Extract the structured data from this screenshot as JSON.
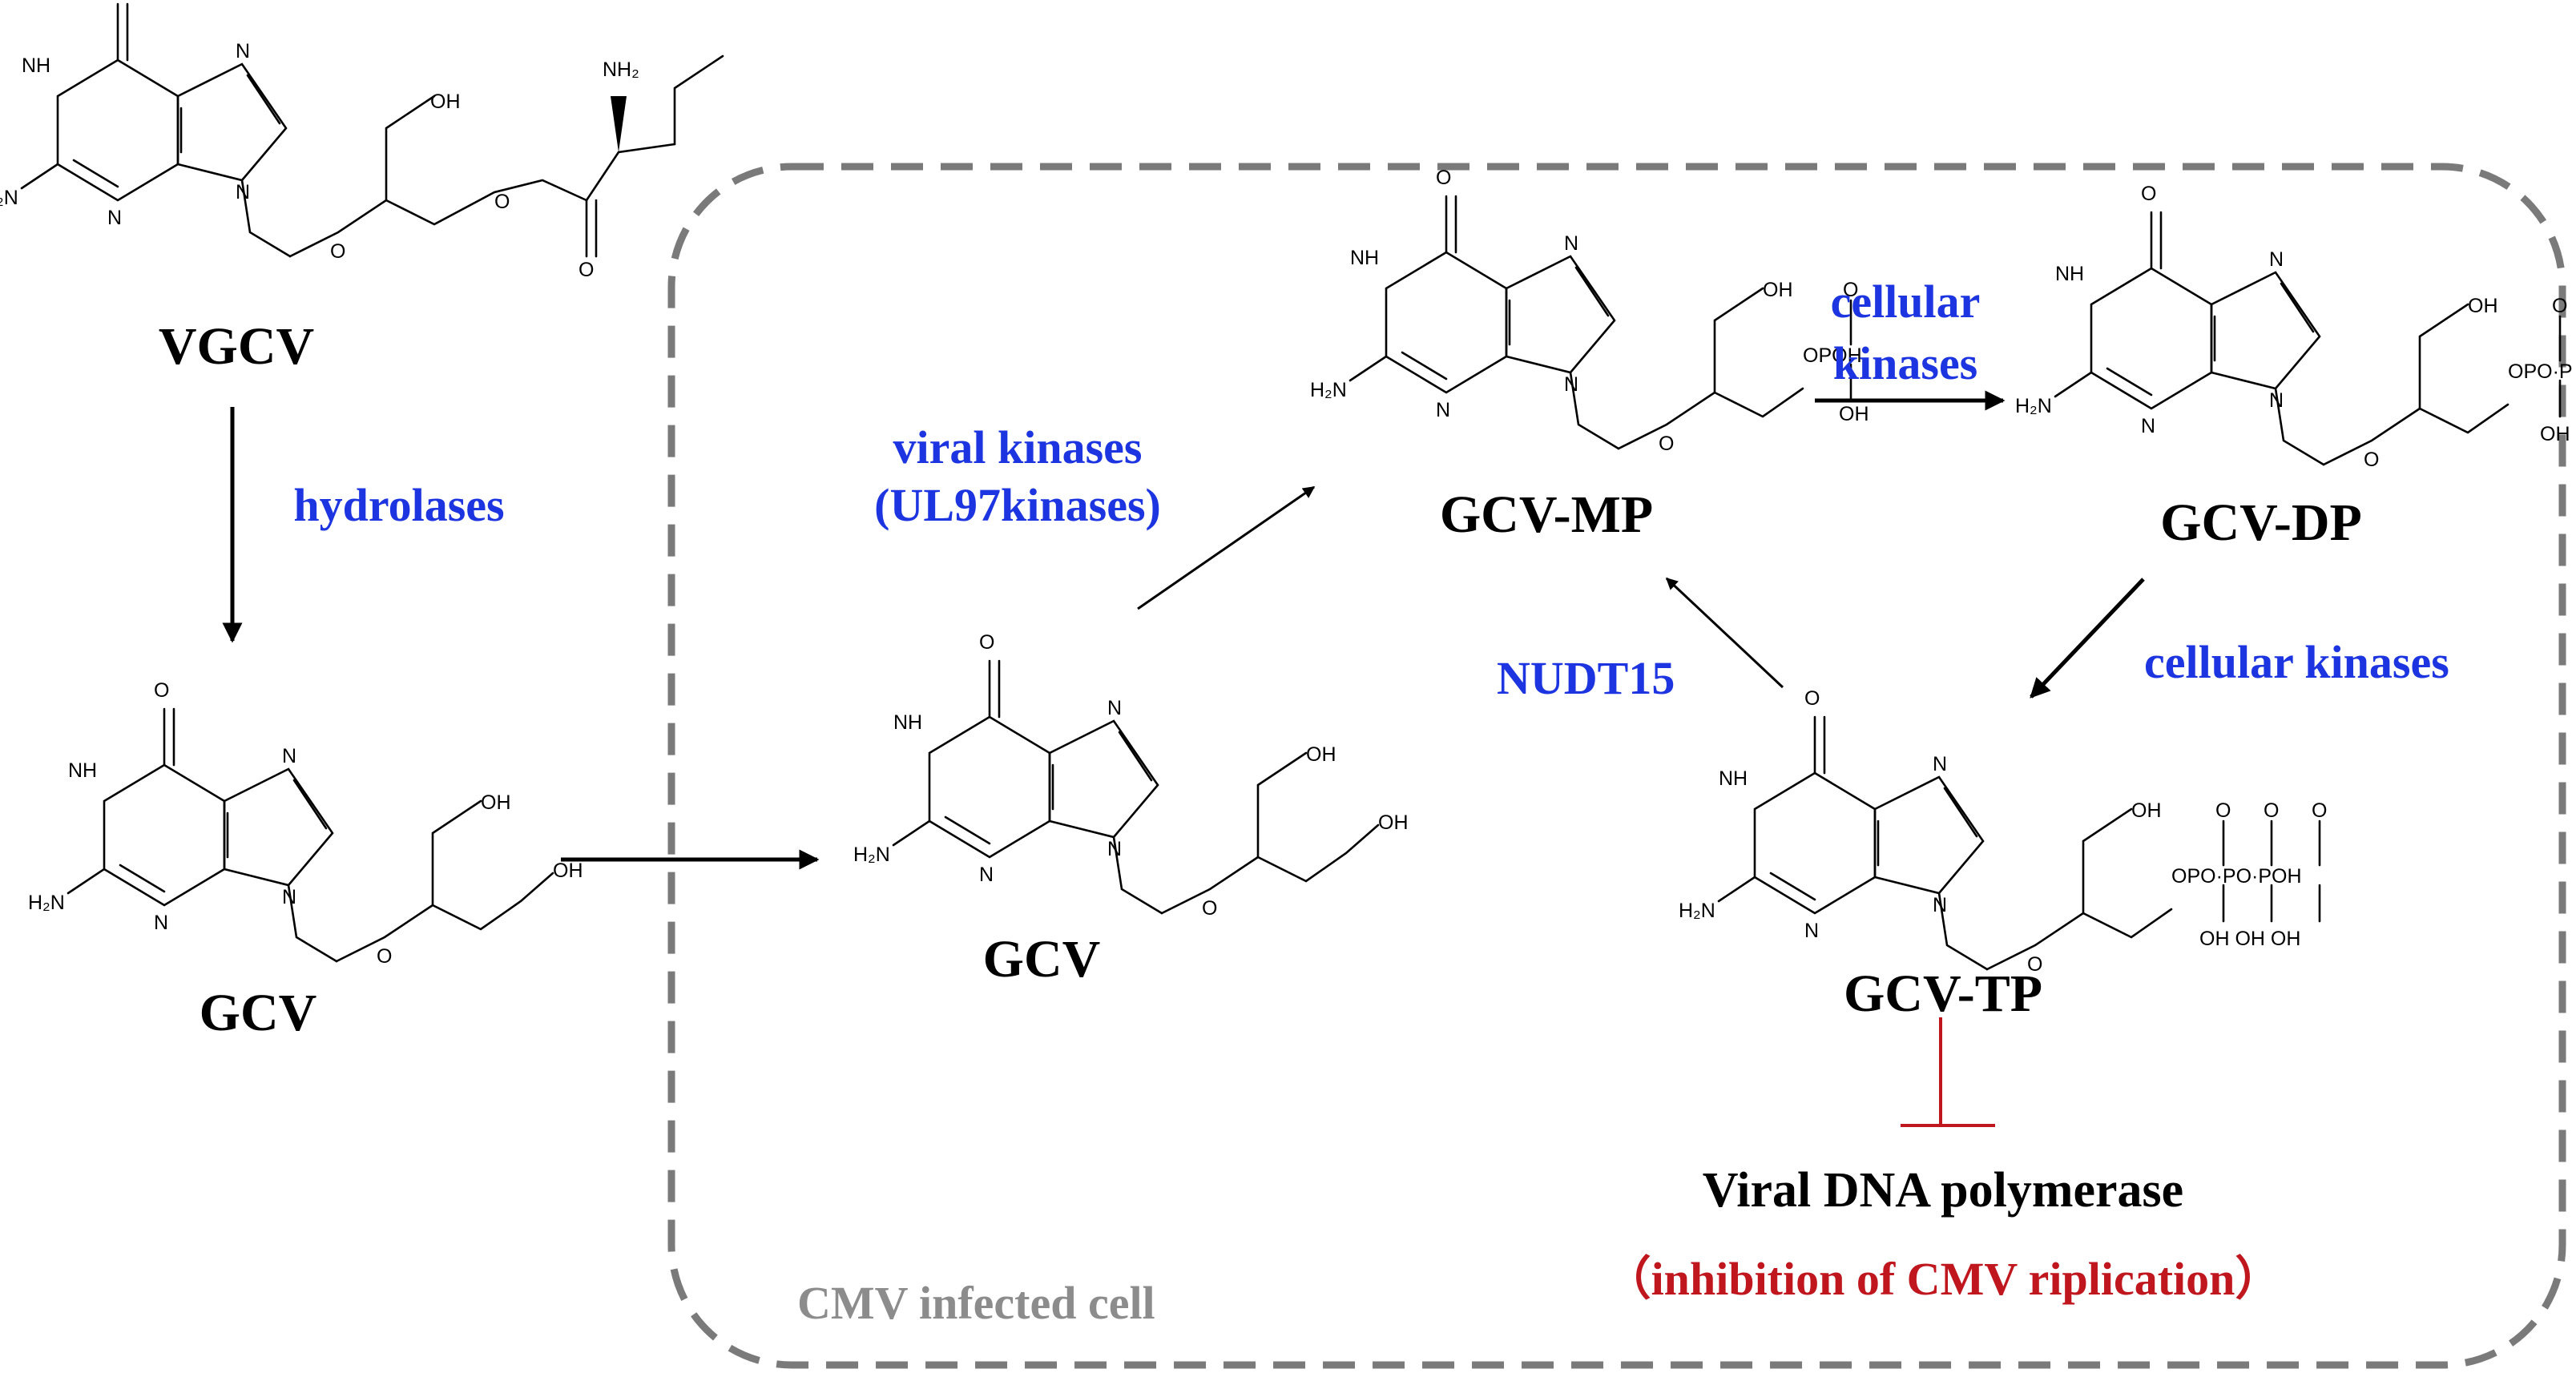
{
  "compounds": {
    "vgcv": "VGCV",
    "gcv_outside": "GCV",
    "gcv_inside": "GCV",
    "gcv_mp": "GCV-MP",
    "gcv_dp": "GCV-DP",
    "gcv_tp": "GCV-TP"
  },
  "enzymes": {
    "hydrolases": "hydrolases",
    "viral_kinases": "viral kinases",
    "viral_kinases_sub": "(UL97kinases)",
    "cellular_kinases_top_1": "cellular",
    "cellular_kinases_top_2": "kinases",
    "cellular_kinases_right": "cellular kinases",
    "nudt15": "NUDT15"
  },
  "target": {
    "label": "Viral DNA polymerase",
    "effect": "（inhibition of CMV riplication）"
  },
  "compartment": {
    "label": "CMV infected cell"
  },
  "atoms": {
    "nh": "NH",
    "n": "N",
    "h2n": "H₂N",
    "o": "O",
    "oh": "OH",
    "nh2": "NH₂",
    "mp_tail": "OPOH",
    "dp_tail": "OPO·POH",
    "tp_tail": "OPO·PO·POH",
    "oh_row_dp": "OH  OH",
    "oh_row_tp": "OH OH OH"
  },
  "colors": {
    "enzyme_text": "#1d35e0",
    "inhibition": "#c0171f",
    "compartment_border": "#7a7a7a",
    "compartment_label": "#8c8c8c"
  }
}
